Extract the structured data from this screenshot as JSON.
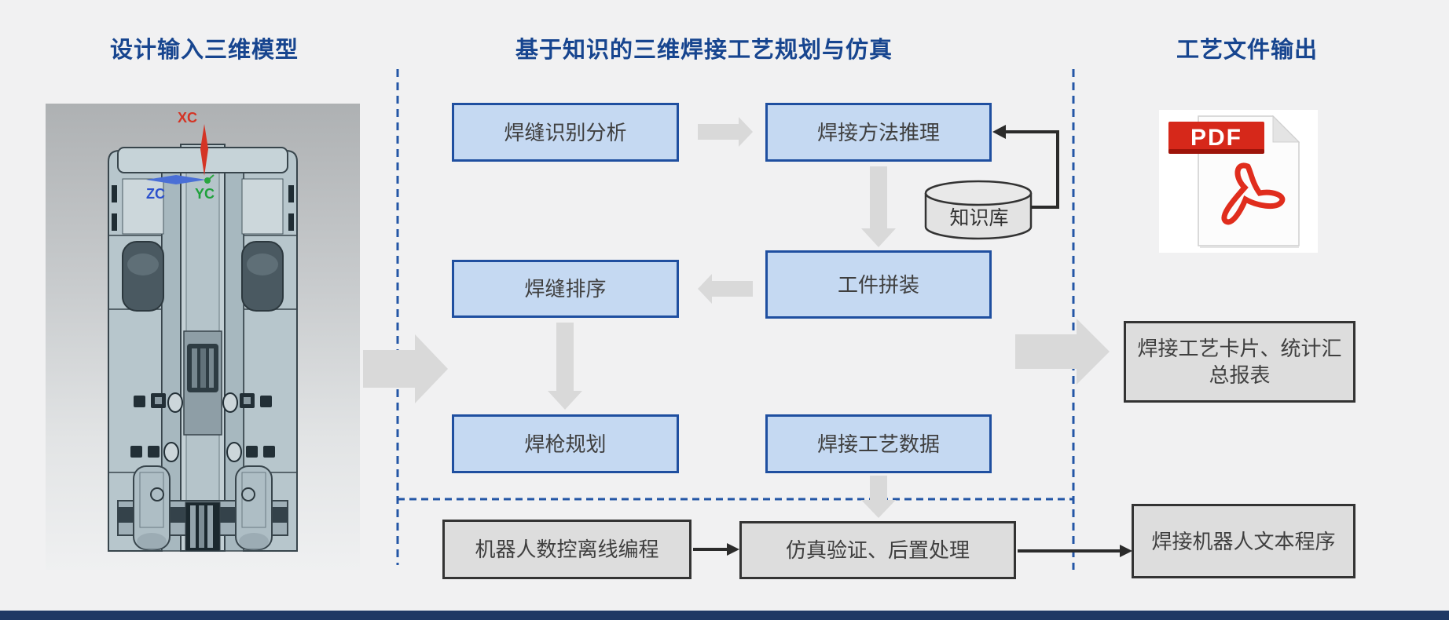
{
  "titles": {
    "left": "设计输入三维模型",
    "center": "基于知识的三维焊接工艺规划与仿真",
    "right": "工艺文件输出"
  },
  "nodes": {
    "seam_recognition": "焊缝识别分析",
    "method_reasoning": "焊接方法推理",
    "knowledge_base": "知识库",
    "seam_sequencing": "焊缝排序",
    "workpiece_assembly": "工件拼装",
    "torch_planning": "焊枪规划",
    "process_data": "焊接工艺数据",
    "offline_programming": "机器人数控离线编程",
    "simulation_post": "仿真验证、后置处理",
    "process_card": "焊接工艺卡片、统计汇总报表",
    "robot_program": "焊接机器人文本程序"
  },
  "pdf": {
    "badge": "PDF"
  },
  "axes": {
    "x": "XC",
    "y": "YC",
    "z": "ZC"
  },
  "colors": {
    "title_blue": "#17458f",
    "box_blue_fill": "#c5d9f2",
    "box_blue_border": "#1f4fa0",
    "box_gray_fill": "#dddddd",
    "box_gray_border": "#333333",
    "dashed_line": "#2456a6",
    "block_arrow_gray": "#d9d9d9",
    "connector_black": "#2b2b2b",
    "pdf_red": "#d6281a",
    "bottom_bar": "#1f3864"
  }
}
